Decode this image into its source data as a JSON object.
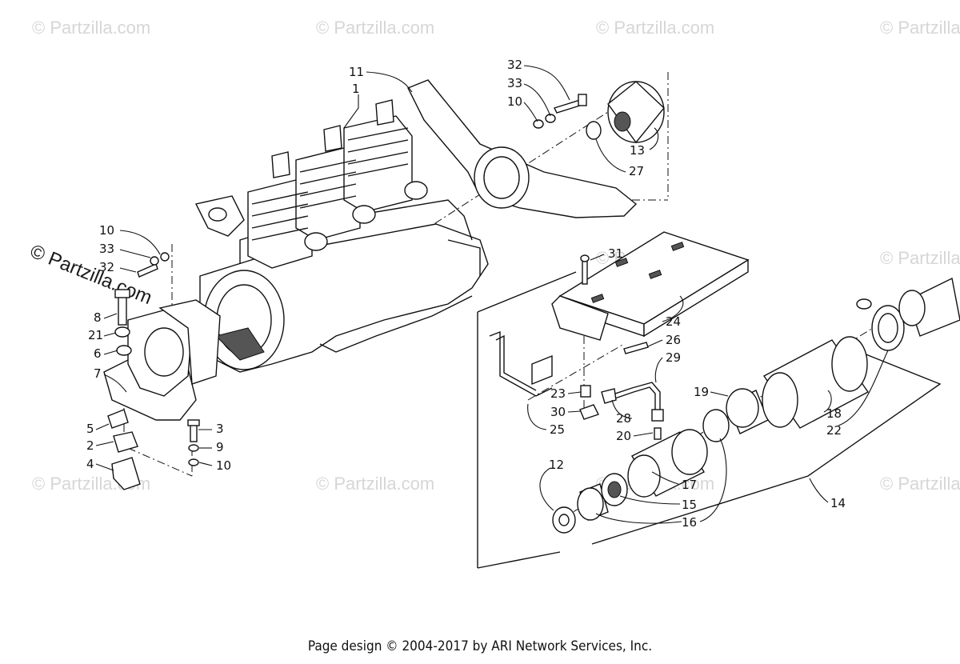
{
  "watermarks": {
    "main": "© Partzilla.com",
    "faint": "© Partzilla.com"
  },
  "callouts": [
    {
      "id": "1",
      "text": "1"
    },
    {
      "id": "11",
      "text": "11"
    },
    {
      "id": "32a",
      "text": "32"
    },
    {
      "id": "33a",
      "text": "33"
    },
    {
      "id": "10a",
      "text": "10"
    },
    {
      "id": "13",
      "text": "13"
    },
    {
      "id": "27",
      "text": "27"
    },
    {
      "id": "10b",
      "text": "10"
    },
    {
      "id": "33b",
      "text": "33"
    },
    {
      "id": "32b",
      "text": "32"
    },
    {
      "id": "8",
      "text": "8"
    },
    {
      "id": "21",
      "text": "21"
    },
    {
      "id": "6",
      "text": "6"
    },
    {
      "id": "7",
      "text": "7"
    },
    {
      "id": "5",
      "text": "5"
    },
    {
      "id": "2",
      "text": "2"
    },
    {
      "id": "4",
      "text": "4"
    },
    {
      "id": "3",
      "text": "3"
    },
    {
      "id": "9",
      "text": "9"
    },
    {
      "id": "10c",
      "text": "10"
    },
    {
      "id": "31",
      "text": "31"
    },
    {
      "id": "24",
      "text": "24"
    },
    {
      "id": "26",
      "text": "26"
    },
    {
      "id": "29",
      "text": "29"
    },
    {
      "id": "23",
      "text": "23"
    },
    {
      "id": "30",
      "text": "30"
    },
    {
      "id": "28",
      "text": "28"
    },
    {
      "id": "25",
      "text": "25"
    },
    {
      "id": "20",
      "text": "20"
    },
    {
      "id": "19",
      "text": "19"
    },
    {
      "id": "18",
      "text": "18"
    },
    {
      "id": "22",
      "text": "22"
    },
    {
      "id": "12",
      "text": "12"
    },
    {
      "id": "17",
      "text": "17"
    },
    {
      "id": "15",
      "text": "15"
    },
    {
      "id": "16",
      "text": "16"
    },
    {
      "id": "14",
      "text": "14"
    }
  ],
  "footer": {
    "text": "Page design © 2004-2017 by ARI Network Services, Inc."
  }
}
